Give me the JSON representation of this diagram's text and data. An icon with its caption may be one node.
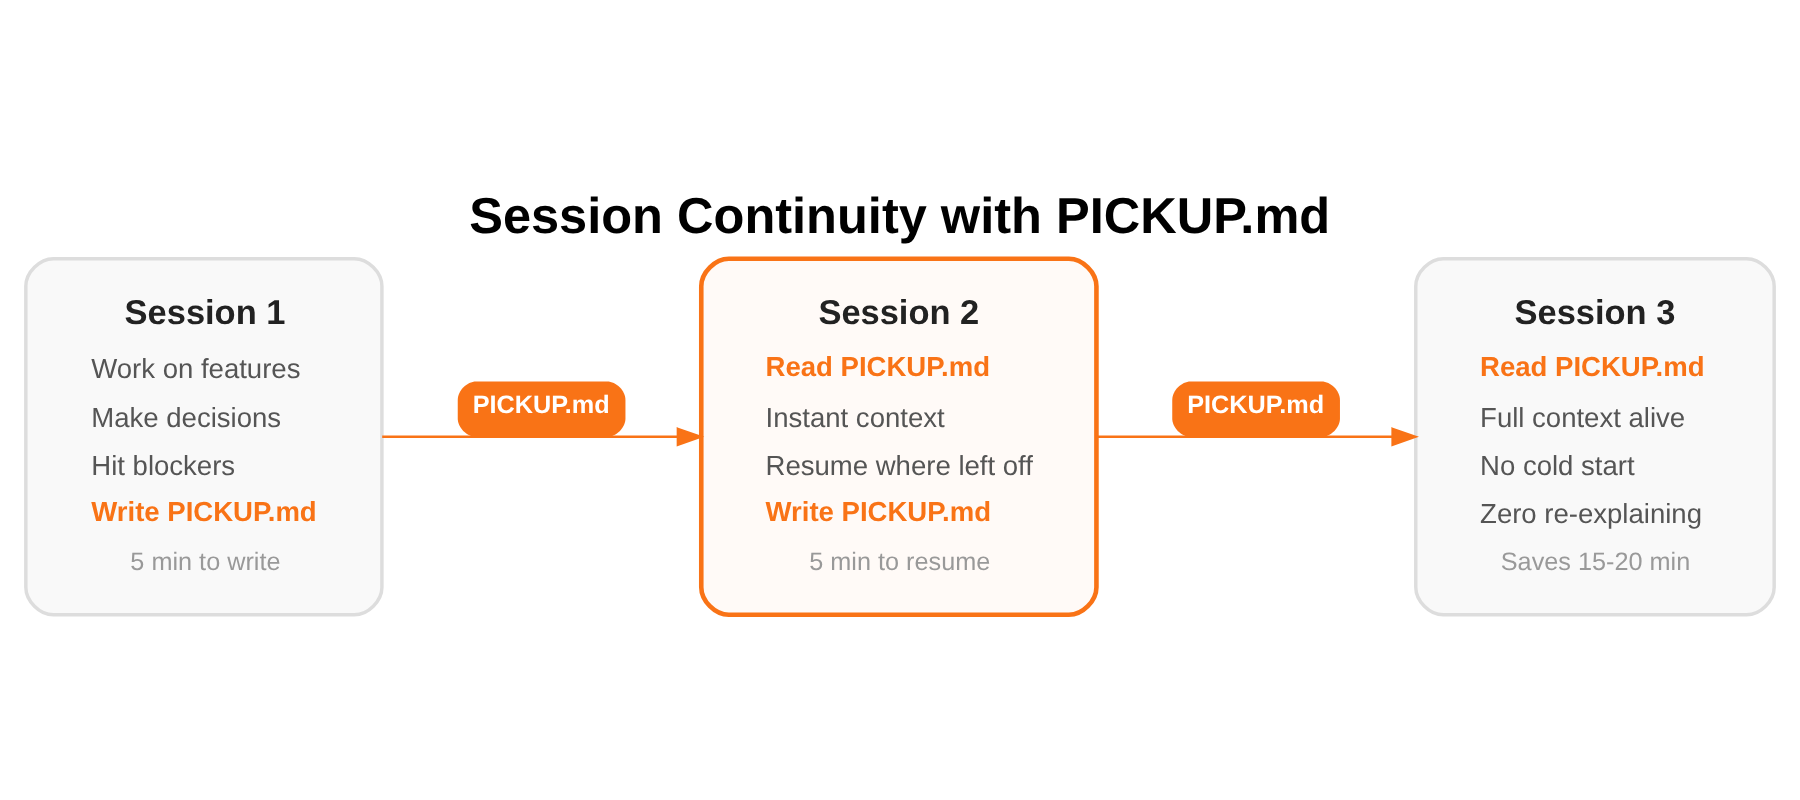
{
  "diagram": {
    "title": "Session Continuity with PICKUP.md",
    "nodes": [
      {
        "text": [
          "Session 1",
          "Work on features",
          "Make decisions",
          "Hit blockers",
          "Write PICKUP.md",
          "5 min to write"
        ]
      },
      {
        "text": [
          "Session 2",
          "Read PICKUP.md",
          "Instant context",
          "Resume where left off",
          "Write PICKUP.md",
          "5 min to resume"
        ]
      },
      {
        "text": [
          "Session 3",
          "Read PICKUP.md",
          "Full context alive",
          "No cold start",
          "Zero re-explaining",
          "Saves 15-20 min"
        ]
      }
    ],
    "edges": [
      {
        "from": 0,
        "to": 1,
        "arrow": "to",
        "label": "PICKUP.md"
      },
      {
        "from": 1,
        "to": 2,
        "arrow": "to",
        "label": "PICKUP.md"
      }
    ]
  }
}
